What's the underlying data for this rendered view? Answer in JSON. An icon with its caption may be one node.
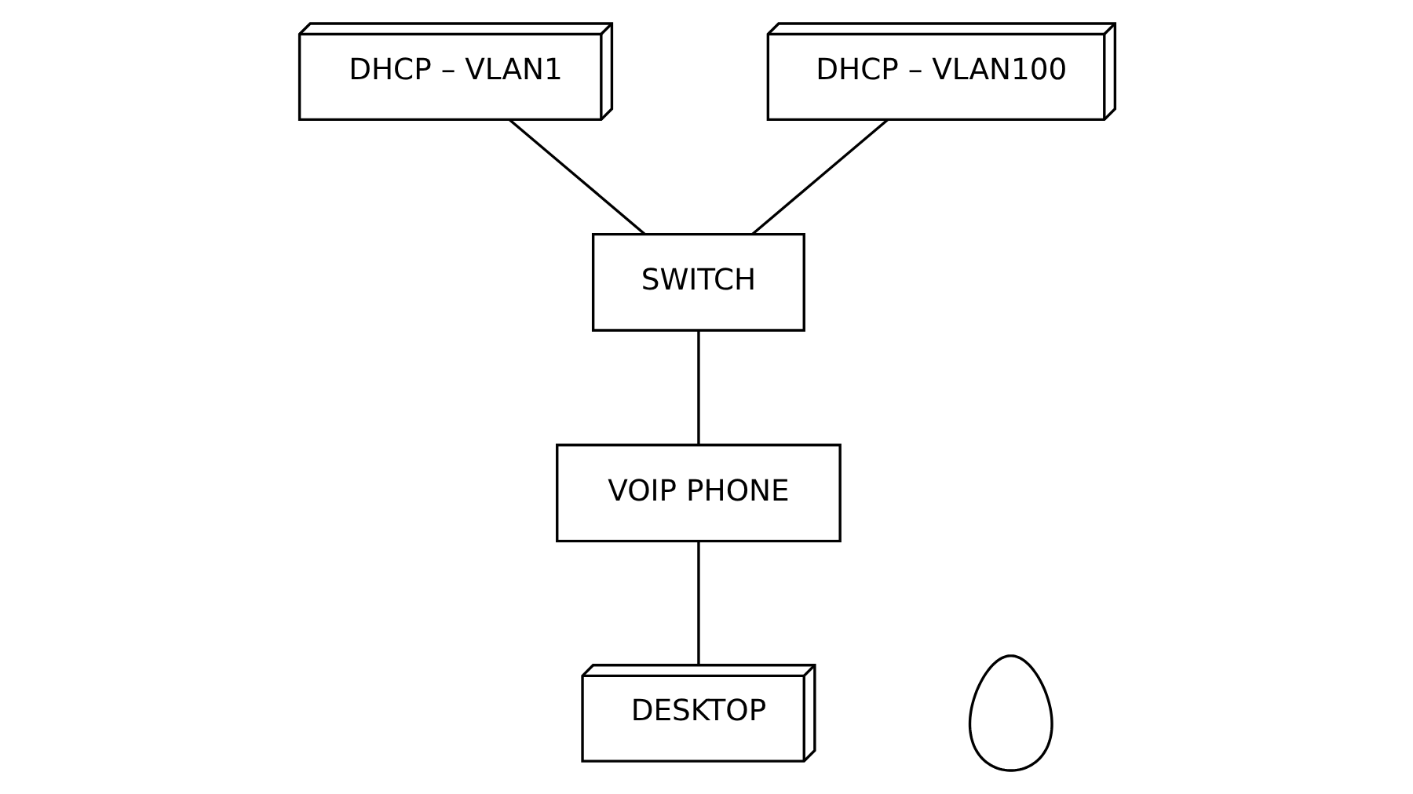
{
  "diagram": {
    "nodes": [
      {
        "text": [
          "DHCP – VLAN1"
        ]
      },
      {
        "text": [
          "DHCP – VLAN100"
        ]
      },
      {
        "text": [
          "SWITCH"
        ]
      },
      {
        "text": [
          "VOIP PHONE"
        ]
      },
      {
        "text": [
          "DESKTOP"
        ]
      },
      {
        "text": [],
        "shape": "person"
      }
    ],
    "edges": [
      {
        "from": 0,
        "to": 2,
        "arrow": "none"
      },
      {
        "from": 1,
        "to": 2,
        "arrow": "none"
      },
      {
        "from": 2,
        "to": 3,
        "arrow": "none"
      },
      {
        "from": 3,
        "to": 4,
        "arrow": "none"
      }
    ]
  }
}
